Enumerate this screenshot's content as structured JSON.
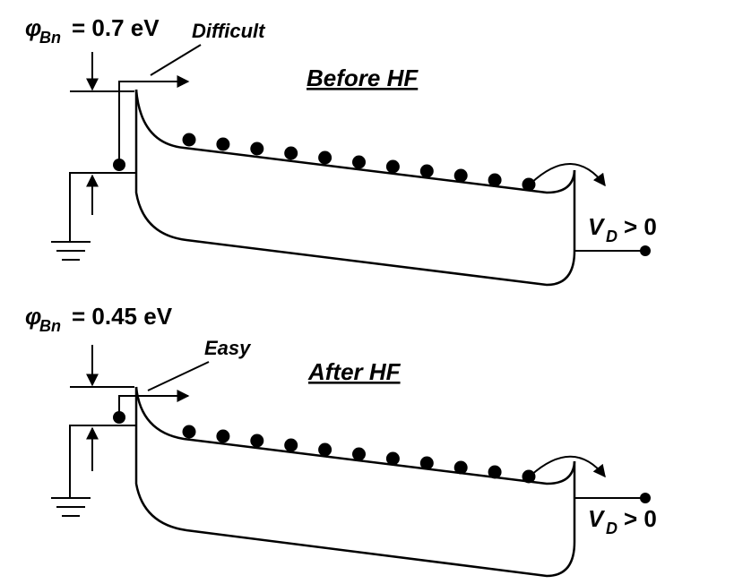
{
  "diagram": {
    "line_color": "#000000",
    "background_color": "#ffffff",
    "panels": [
      {
        "id": "before",
        "title": "Before HF",
        "barrier_symbol": "φ",
        "barrier_subscript": "Bn",
        "barrier_value": "= 0.7 eV",
        "injection_label": "Difficult",
        "drain_label_v": "V",
        "drain_label_sub": "D",
        "drain_label_rest": "> 0",
        "electron_count": 11
      },
      {
        "id": "after",
        "title": "After HF",
        "barrier_symbol": "φ",
        "barrier_subscript": "Bn",
        "barrier_value": "= 0.45 eV",
        "injection_label": "Easy",
        "drain_label_v": "V",
        "drain_label_sub": "D",
        "drain_label_rest": "> 0",
        "electron_count": 11
      }
    ]
  }
}
